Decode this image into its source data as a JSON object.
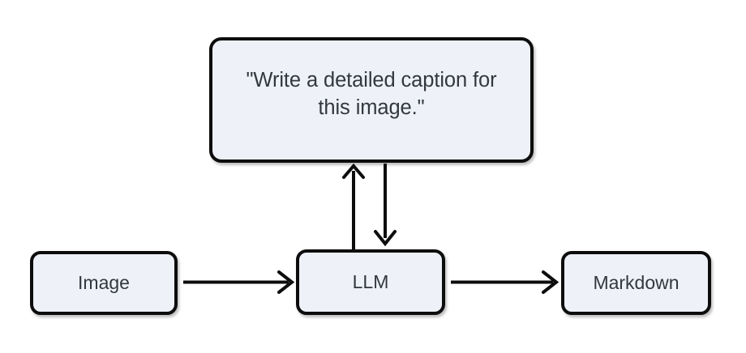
{
  "diagram": {
    "type": "flowchart",
    "orientation": "left-to-right with vertical feedback loop",
    "background_color": "#ffffff",
    "node_fill_color": "#eef1f8",
    "node_border_color": "#0d0d0d",
    "text_color": "#333740",
    "edge_color": "#0d0d0d",
    "nodes": [
      {
        "id": "prompt",
        "label": "\"Write a detailed caption for this image.\"",
        "shape": "rounded-rectangle",
        "role": "instruction"
      },
      {
        "id": "image",
        "label": "Image",
        "shape": "rounded-rectangle",
        "role": "input"
      },
      {
        "id": "llm",
        "label": "LLM",
        "shape": "rounded-rectangle",
        "role": "process"
      },
      {
        "id": "markdown",
        "label": "Markdown",
        "shape": "rounded-rectangle",
        "role": "output"
      }
    ],
    "edges": [
      {
        "id": "image-to-llm",
        "from": "image",
        "to": "llm",
        "direction": "right",
        "label": ""
      },
      {
        "id": "llm-to-markdown",
        "from": "llm",
        "to": "markdown",
        "direction": "right",
        "label": ""
      },
      {
        "id": "llm-to-prompt",
        "from": "llm",
        "to": "prompt",
        "direction": "up",
        "label": ""
      },
      {
        "id": "prompt-to-llm",
        "from": "prompt",
        "to": "llm",
        "direction": "down",
        "label": ""
      }
    ]
  }
}
